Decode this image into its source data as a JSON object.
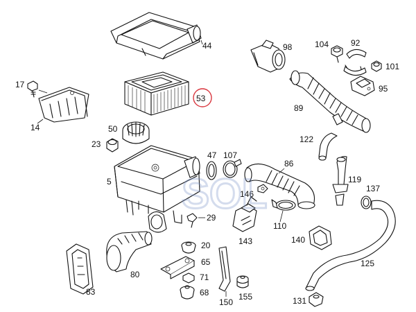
{
  "callouts": {
    "p44": "44",
    "p53": "53",
    "p17": "17",
    "p14": "14",
    "p50": "50",
    "p23": "23",
    "p5": "5",
    "p47": "47",
    "p107": "107",
    "p86": "86",
    "p146": "146",
    "p29": "29",
    "p110": "110",
    "p143": "143",
    "p20": "20",
    "p65": "65",
    "p71": "71",
    "p68": "68",
    "p80": "80",
    "p83": "83",
    "p150": "150",
    "p155": "155",
    "p98": "98",
    "p104": "104",
    "p92": "92",
    "p101": "101",
    "p95": "95",
    "p89": "89",
    "p122": "122",
    "p119": "119",
    "p137": "137",
    "p140": "140",
    "p125": "125",
    "p131": "131"
  },
  "highlight": {
    "circled_part": "53",
    "circle_color": "#d9363e"
  },
  "watermark_color": "#7f95c9"
}
